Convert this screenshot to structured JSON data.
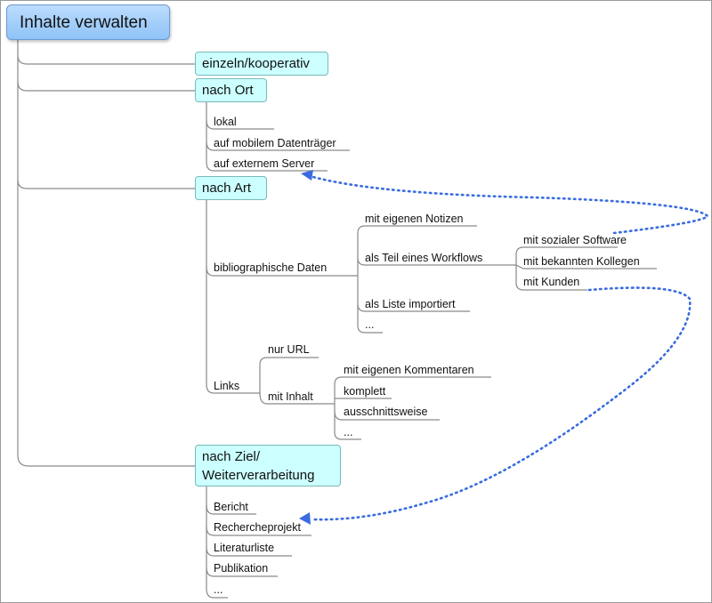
{
  "root": {
    "label": "Inhalte verwalten"
  },
  "branches": {
    "einzeln": {
      "label": "einzeln/kooperativ"
    },
    "ort": {
      "label": "nach Ort",
      "items": [
        "lokal",
        "auf mobilem Datenträger",
        "auf externem Server"
      ]
    },
    "art": {
      "label": "nach Art",
      "biblio": {
        "label": "bibliographische Daten",
        "items": [
          "mit eigenen Notizen",
          "als Teil eines Workflows",
          "als Liste importiert",
          "..."
        ],
        "workflow": [
          "mit sozialer Software",
          "mit bekannten Kollegen",
          "mit Kunden"
        ]
      },
      "links": {
        "label": "Links",
        "items": [
          "nur URL",
          "mit Inhalt"
        ],
        "inhalt": [
          "mit eigenen Kommentaren",
          "komplett",
          "ausschnittsweise",
          "..."
        ]
      }
    },
    "ziel": {
      "label_line1": "nach Ziel/",
      "label_line2": "Weiterverarbeitung",
      "items": [
        "Bericht",
        "Rechercheprojekt",
        "Literaturliste",
        "Publikation",
        "..."
      ]
    }
  },
  "colors": {
    "root_fill": "#a8d0fb",
    "topic_fill": "#ccffff",
    "connector": "#8a8a8a",
    "arrow": "#3a6be0"
  }
}
